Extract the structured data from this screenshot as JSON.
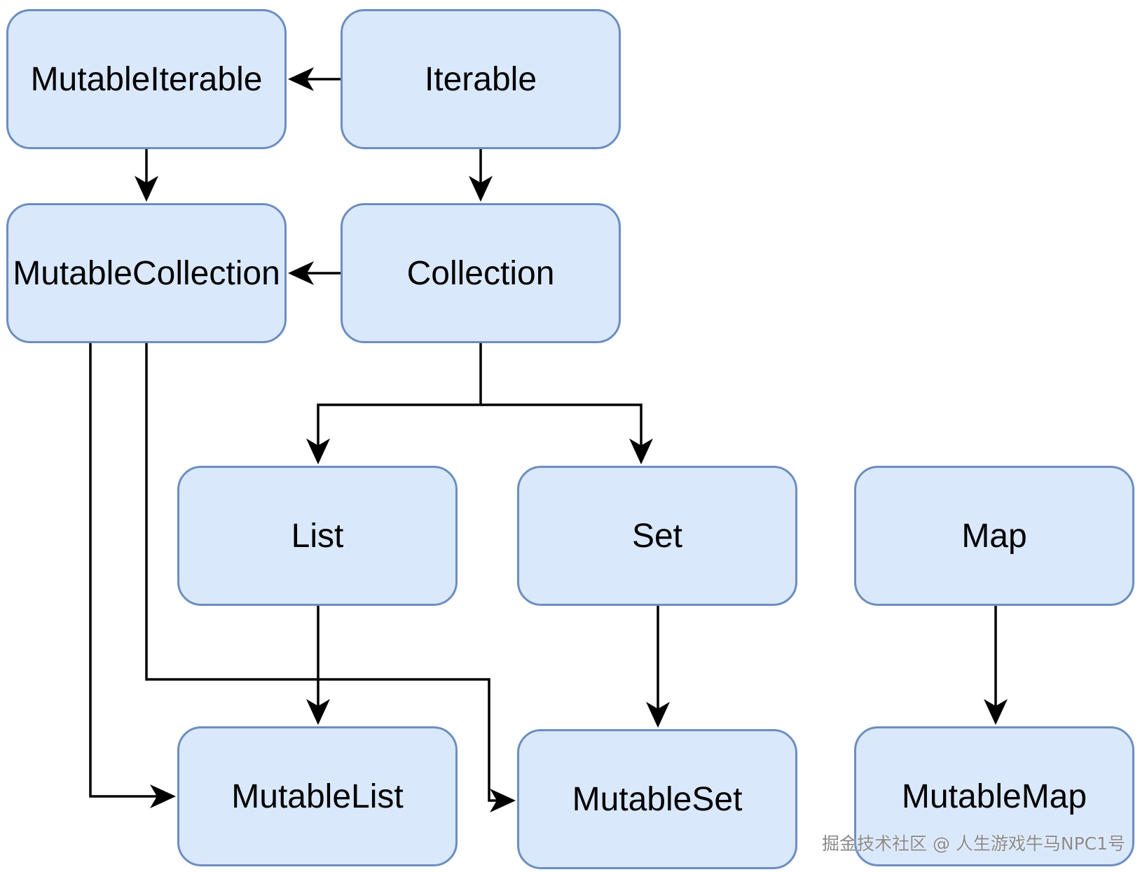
{
  "diagram": {
    "nodes": {
      "mutable_iterable": "MutableIterable",
      "iterable": "Iterable",
      "mutable_collection": "MutableCollection",
      "collection": "Collection",
      "list": "List",
      "set": "Set",
      "map": "Map",
      "mutable_list": "MutableList",
      "mutable_set": "MutableSet",
      "mutable_map": "MutableMap"
    },
    "edges": [
      {
        "from": "iterable",
        "to": "mutable_iterable"
      },
      {
        "from": "mutable_iterable",
        "to": "mutable_collection"
      },
      {
        "from": "iterable",
        "to": "collection"
      },
      {
        "from": "collection",
        "to": "mutable_collection"
      },
      {
        "from": "collection",
        "to": "list"
      },
      {
        "from": "collection",
        "to": "set"
      },
      {
        "from": "list",
        "to": "mutable_list"
      },
      {
        "from": "set",
        "to": "mutable_set"
      },
      {
        "from": "map",
        "to": "mutable_map"
      },
      {
        "from": "mutable_collection",
        "to": "mutable_list"
      },
      {
        "from": "mutable_collection",
        "to": "mutable_set"
      }
    ],
    "colors": {
      "node_fill": "#dae8fc",
      "node_stroke": "#6c8ebf",
      "edge": "#000000"
    }
  },
  "watermark": "掘金技术社区 @ 人生游戏牛马NPC1号"
}
